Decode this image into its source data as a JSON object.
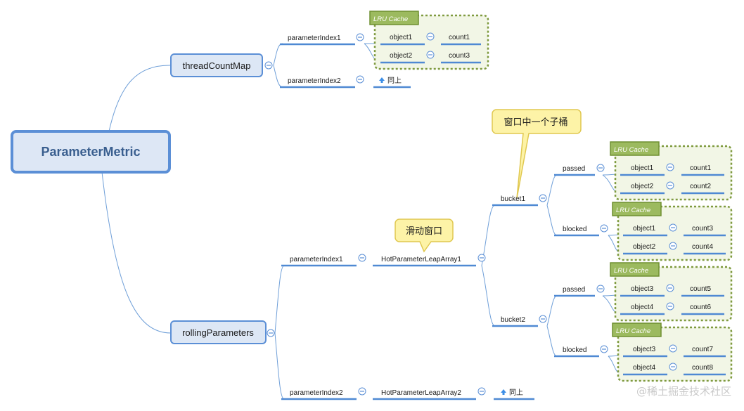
{
  "root": {
    "label": "ParameterMetric"
  },
  "thread_count_map": {
    "label": "threadCountMap",
    "index1": "parameterIndex1",
    "index2": "parameterIndex2",
    "cache_label": "LRU Cache",
    "rows": [
      {
        "object": "object1",
        "count": "count1"
      },
      {
        "object": "object2",
        "count": "count3"
      }
    ],
    "same_label": "同上"
  },
  "rolling_parameters": {
    "label": "rollingParameters",
    "index1": "parameterIndex1",
    "index2": "parameterIndex2",
    "array1": "HotParameterLeapArray1",
    "array2": "HotParameterLeapArray2",
    "same_label": "同上",
    "callout_window": "滑动窗口",
    "callout_bucket": "窗口中一个子桶",
    "buckets": [
      {
        "label": "bucket1",
        "passed": {
          "label": "passed",
          "cache_label": "LRU Cache",
          "rows": [
            {
              "object": "object1",
              "count": "count1"
            },
            {
              "object": "object2",
              "count": "count2"
            }
          ]
        },
        "blocked": {
          "label": "blocked",
          "cache_label": "LRU Cache",
          "rows": [
            {
              "object": "object1",
              "count": "count3"
            },
            {
              "object": "object2",
              "count": "count4"
            }
          ]
        }
      },
      {
        "label": "bucket2",
        "passed": {
          "label": "passed",
          "cache_label": "LRU Cache",
          "rows": [
            {
              "object": "object3",
              "count": "count5"
            },
            {
              "object": "object4",
              "count": "count6"
            }
          ]
        },
        "blocked": {
          "label": "blocked",
          "cache_label": "LRU Cache",
          "rows": [
            {
              "object": "object3",
              "count": "count7"
            },
            {
              "object": "object4",
              "count": "count8"
            }
          ]
        }
      }
    ]
  },
  "watermark": "@稀土掘金技术社区",
  "colors": {
    "node_fill": "#dde7f5",
    "node_border": "#5b8fd6",
    "link": "#6f9fd8",
    "underline": "#4f89d3",
    "lru_fill": "#9cba5f",
    "lru_dash": "#7f9a3f",
    "callout_fill": "#fdf3a7",
    "callout_border": "#e0c850",
    "up_arrow": "#3c8ee6"
  },
  "icons": {
    "collapse": "collapse-icon",
    "same_as_above": "up-arrow-icon"
  }
}
